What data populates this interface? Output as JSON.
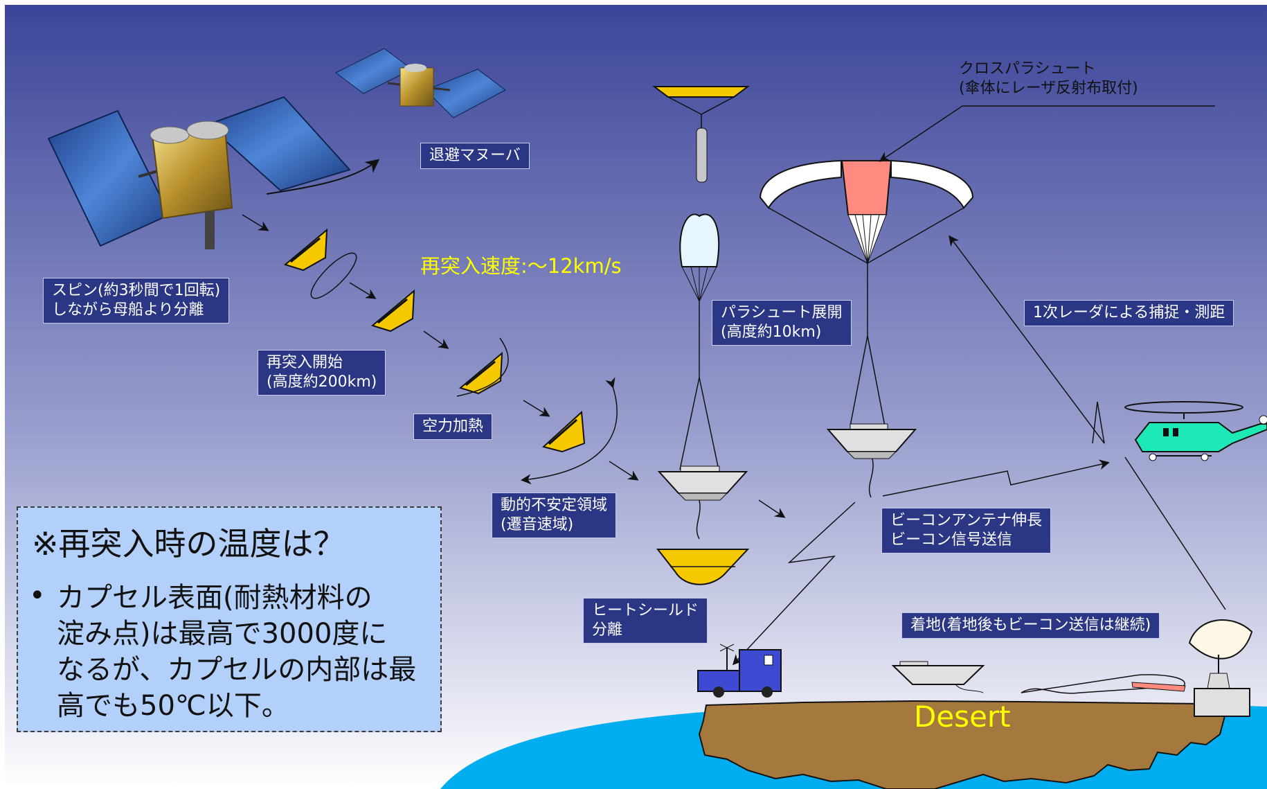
{
  "labels": {
    "evacuation": "退避マヌーバ",
    "separation": "スピン(約3秒間で1回転)\nしながら母船より分離",
    "reentry_start": "再突入開始\n(高度約200km)",
    "aero_heating": "空力加熱",
    "dynamic_unstable": "動的不安定領域\n(遷音速域)",
    "parachute_deploy": "パラシュート展開\n(高度約10km)",
    "heat_shield": "ヒートシールド\n分離",
    "beacon": "ビーコンアンテナ伸長\nビーコン信号送信",
    "radar": "1次レーダによる捕捉・測距",
    "landing": "着地(着地後もビーコン送信は継続)"
  },
  "reentry_speed": "再突入速度:～12km/s",
  "cross_parachute": "クロスパラシュート\n(傘体にレーザ反射布取付)",
  "desert": "Desert",
  "note": {
    "title": "※再突入時の温度は？",
    "bullet": "•",
    "body": "カプセル表面(耐熱材料の\n淀み点)は最高で3000度に\nなるが、カプセルの内部は最\n高でも50℃以下。"
  },
  "colors": {
    "sky_top": "#3c4599",
    "sky_bottom": "#ffffff",
    "label_bg": "#2b3685",
    "capsule": "#f5c800",
    "parachute_panel": "#ff8a80",
    "ocean": "#00aeef",
    "desert": "#a5783e",
    "truck": "#3d4ad1",
    "helicopter": "#1de9b6",
    "highlight_text": "#ffff00"
  },
  "icons": [
    "satellite-icon",
    "capsule-icon",
    "drogue-chute-icon",
    "cross-parachute-icon",
    "heat-shield-icon",
    "truck-icon",
    "helicopter-icon",
    "radar-dish-icon"
  ]
}
